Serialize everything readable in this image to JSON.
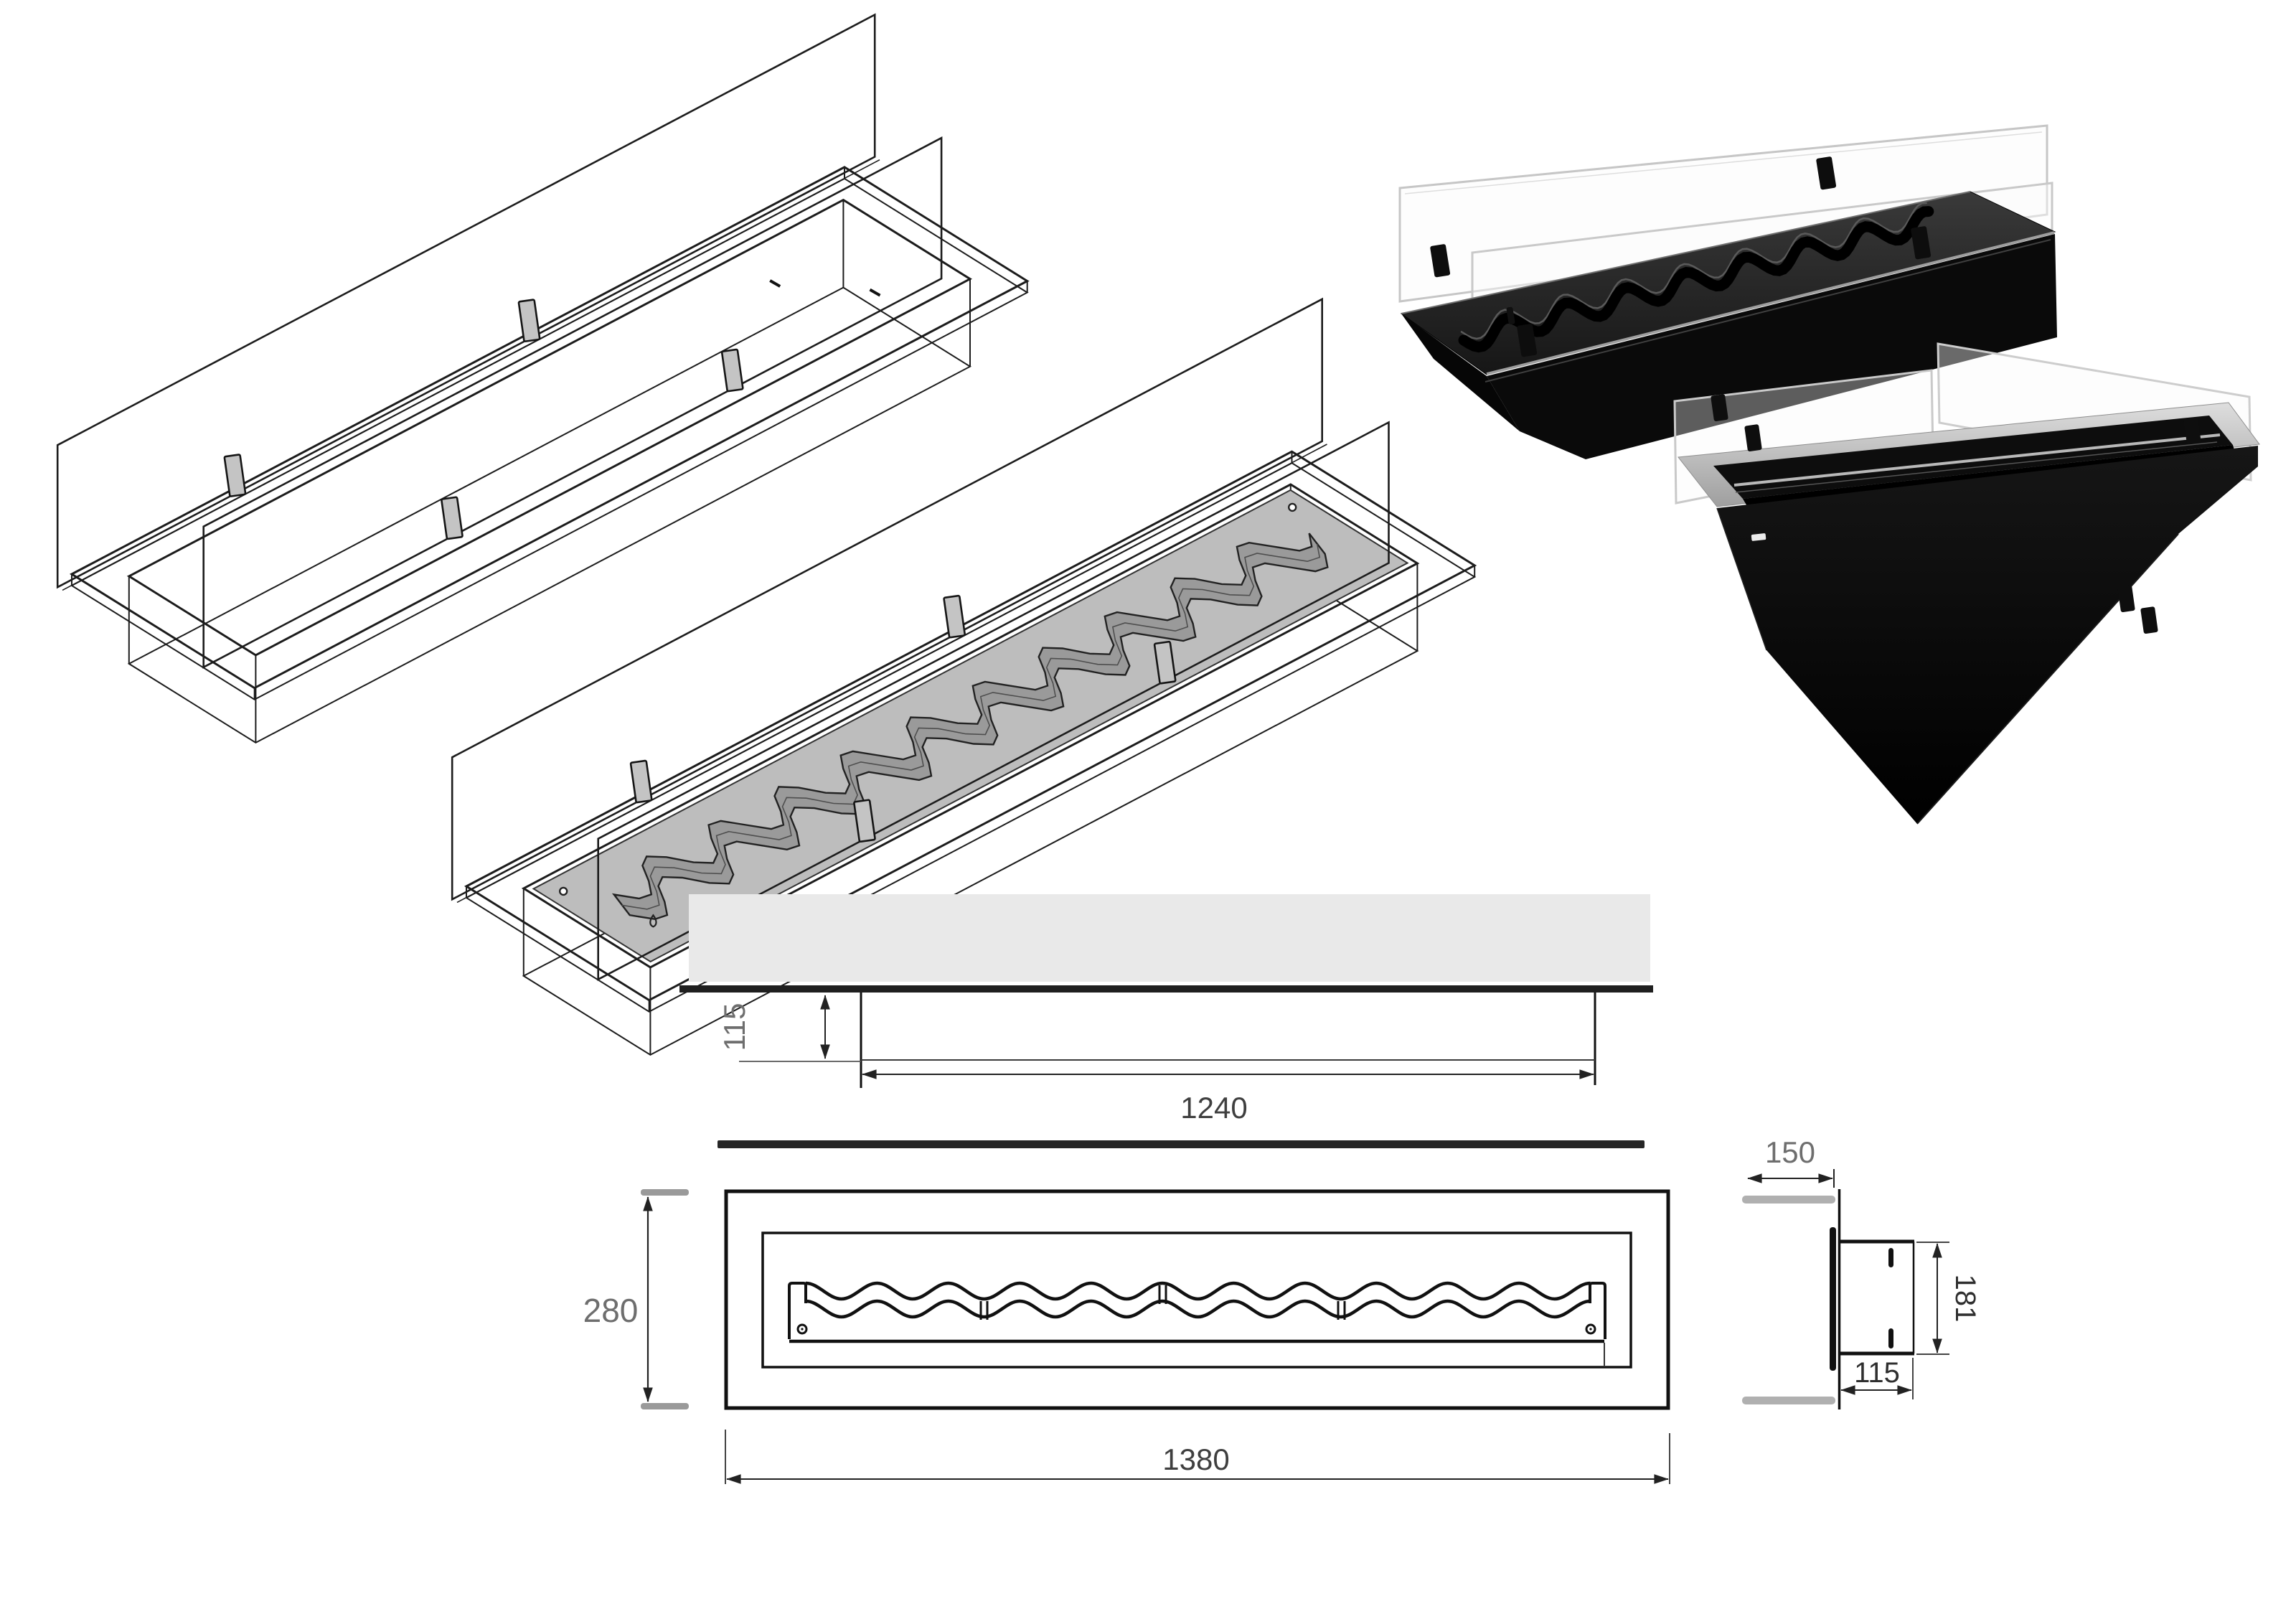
{
  "drawing": {
    "type": "technical-spec-sheet",
    "subject": "built-in bio-ethanol burner insert with glass screens and wavy flame rail"
  },
  "dimension_labels": {
    "section_depth": "115",
    "section_width": "1240",
    "front_height": "280",
    "front_width": "1380",
    "side_offset": "150",
    "side_height": "181",
    "side_depth": "115"
  },
  "colors": {
    "background": "#ffffff",
    "line": "#1a1a1a",
    "dim_text_gray": "#6e6e6e",
    "dim_text_dark": "#3f3f3f",
    "wall_fill": "#e9e9e9",
    "wall_bar_gray": "#b0b0b0",
    "steel_plate_gray": "#bdbdbd",
    "photo_body_black": "#111111",
    "glass_edge_gray": "#c9c9c9",
    "separator_bar": "#262626"
  }
}
